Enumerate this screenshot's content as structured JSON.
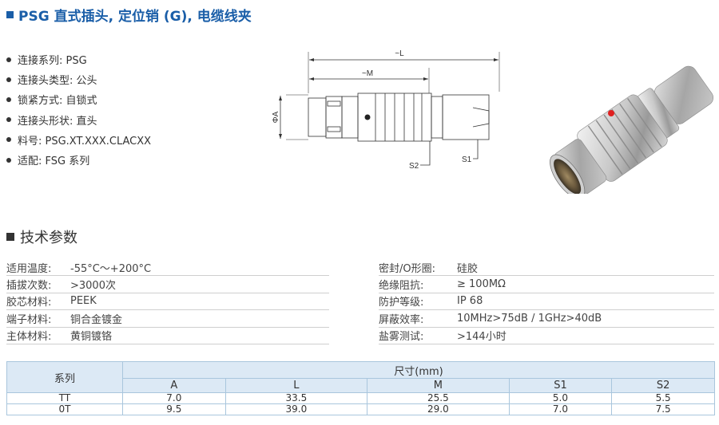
{
  "header": {
    "title": "PSG 直式插头, 定位销 (G), 电缆线夹"
  },
  "features": [
    "连接系列: PSG",
    "连接头类型: 公头",
    "锁紧方式: 自锁式",
    "连接头形状: 直头",
    "料号: PSG.XT.XXX.CLACXX",
    "适配: FSG 系列"
  ],
  "drawing": {
    "dim_L": "~L",
    "dim_M": "~M",
    "dim_A": "ΦA",
    "label_S1": "S1",
    "label_S2": "S2"
  },
  "section_title": "技术参数",
  "params_left": [
    {
      "k": "适用温度:",
      "v": "-55°C～+200°C"
    },
    {
      "k": "插拔次数:",
      "v": ">3000次"
    },
    {
      "k": "胶芯材料:",
      "v": "PEEK"
    },
    {
      "k": "端子材料:",
      "v": "铜合金镀金"
    },
    {
      "k": "主体材料:",
      "v": "黄铜镀铬"
    }
  ],
  "params_right": [
    {
      "k": "密封/O形圈:",
      "v": "硅胶"
    },
    {
      "k": "绝缘阻抗:",
      "v": "≥ 100MΩ"
    },
    {
      "k": "防护等级:",
      "v": "IP 68"
    },
    {
      "k": "屏蔽效率:",
      "v": "10MHz>75dB / 1GHz>40dB"
    },
    {
      "k": "盐雾测试:",
      "v": ">144小时"
    }
  ],
  "dimensions": {
    "series_header": "系列",
    "size_header": "尺寸(mm)",
    "columns": [
      "A",
      "L",
      "M",
      "S1",
      "S2"
    ],
    "rows": [
      {
        "series": "TT",
        "values": [
          "7.0",
          "33.5",
          "25.5",
          "5.0",
          "5.5"
        ]
      },
      {
        "series": "0T",
        "values": [
          "9.5",
          "39.0",
          "29.0",
          "7.0",
          "7.5"
        ]
      }
    ]
  },
  "colors": {
    "accent": "#1a5ea8",
    "table_header_bg": "#dce9f5",
    "table_border": "#a9c6dd",
    "red_dot": "#e02020"
  }
}
